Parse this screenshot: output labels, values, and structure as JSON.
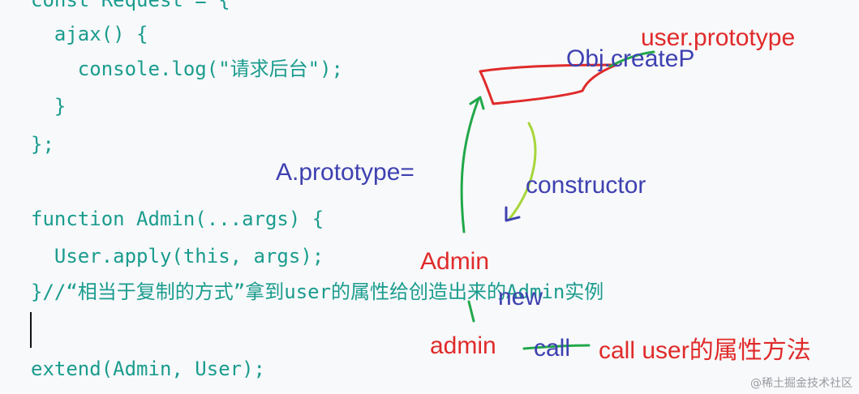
{
  "code_lines": [
    "const Request = {",
    "  ajax() {",
    "    console.log(\"请求后台\");",
    "  }",
    "};",
    "",
    "function Admin(...args) {",
    "  User.apply(this, args);",
    "}//“相当于复制的方式”拿到user的属性给创造出来的Admin实例",
    "",
    "extend(Admin, User);"
  ],
  "annotations": {
    "user_prototype": "user.prototype",
    "obj_create": "Obj.createP",
    "a_prototype": "A.prototype=",
    "constructor": "constructor",
    "admin_class": "Admin",
    "new_keyword": "new",
    "admin_instance": "admin",
    "call_keyword": "call",
    "call_user_methods": "call user的属性方法"
  },
  "watermark": "@稀土掘金技术社区",
  "colors": {
    "code": "#1a9c8e",
    "ink_red": "#e02a2a",
    "ink_blue": "#3e41b0",
    "ink_green": "#21a84a",
    "ink_lime": "#a6d63a"
  }
}
